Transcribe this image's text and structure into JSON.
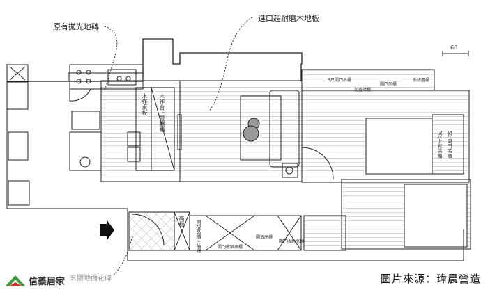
{
  "labels": {
    "polished_tile": "原有拋光地磚",
    "wood_floor": "進口超耐磨木地板",
    "scale": "60",
    "desk_board": "木作桌板",
    "desk_cabinet": "木作台下電器櫃",
    "ceiling_cabinet_a": "5尺開門吊櫃",
    "ceiling_cabinet_b": "5尺上掀吊櫃",
    "top_small_a": "5尺開門吊櫃",
    "top_small_b": "加蓋矮櫃",
    "top_small_c": "開門吊櫃",
    "top_small_d": "系統層櫃",
    "tall_cabinet": "高櫃",
    "open_tall_drawer": "開放高櫃+抽屜",
    "door_storage_tall": "開門收納高櫃",
    "open_tall": "開放高櫃",
    "door_storage_tall_2": "開門收納高櫃",
    "entrance_tile": "玄關地面花磚"
  },
  "logo_text": "信義居家",
  "source": "圖片來源：瑋晨營造",
  "colors": {
    "logo_green": "#3a9a3a",
    "logo_red": "#d03020",
    "line": "#222222"
  }
}
